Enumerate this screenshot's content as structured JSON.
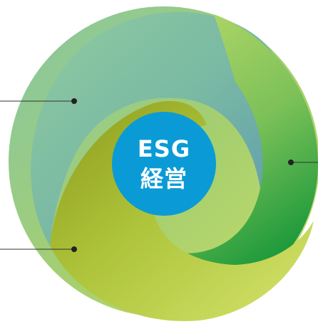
{
  "center": {
    "line1": "ESG",
    "line2": "経営"
  },
  "colors": {
    "center_circle": "#0A9BD6",
    "segment_environment": "#8CC8A0",
    "segment_social": "#A8C33C",
    "segment_governance": "#C8DC64",
    "connector": "#333333",
    "background": "#FFFFFF"
  },
  "segments": [
    {
      "id": "upper-left",
      "color_key": "segment_environment"
    },
    {
      "id": "right",
      "color_key": "segment_social"
    },
    {
      "id": "lower-left",
      "color_key": "segment_governance"
    }
  ]
}
